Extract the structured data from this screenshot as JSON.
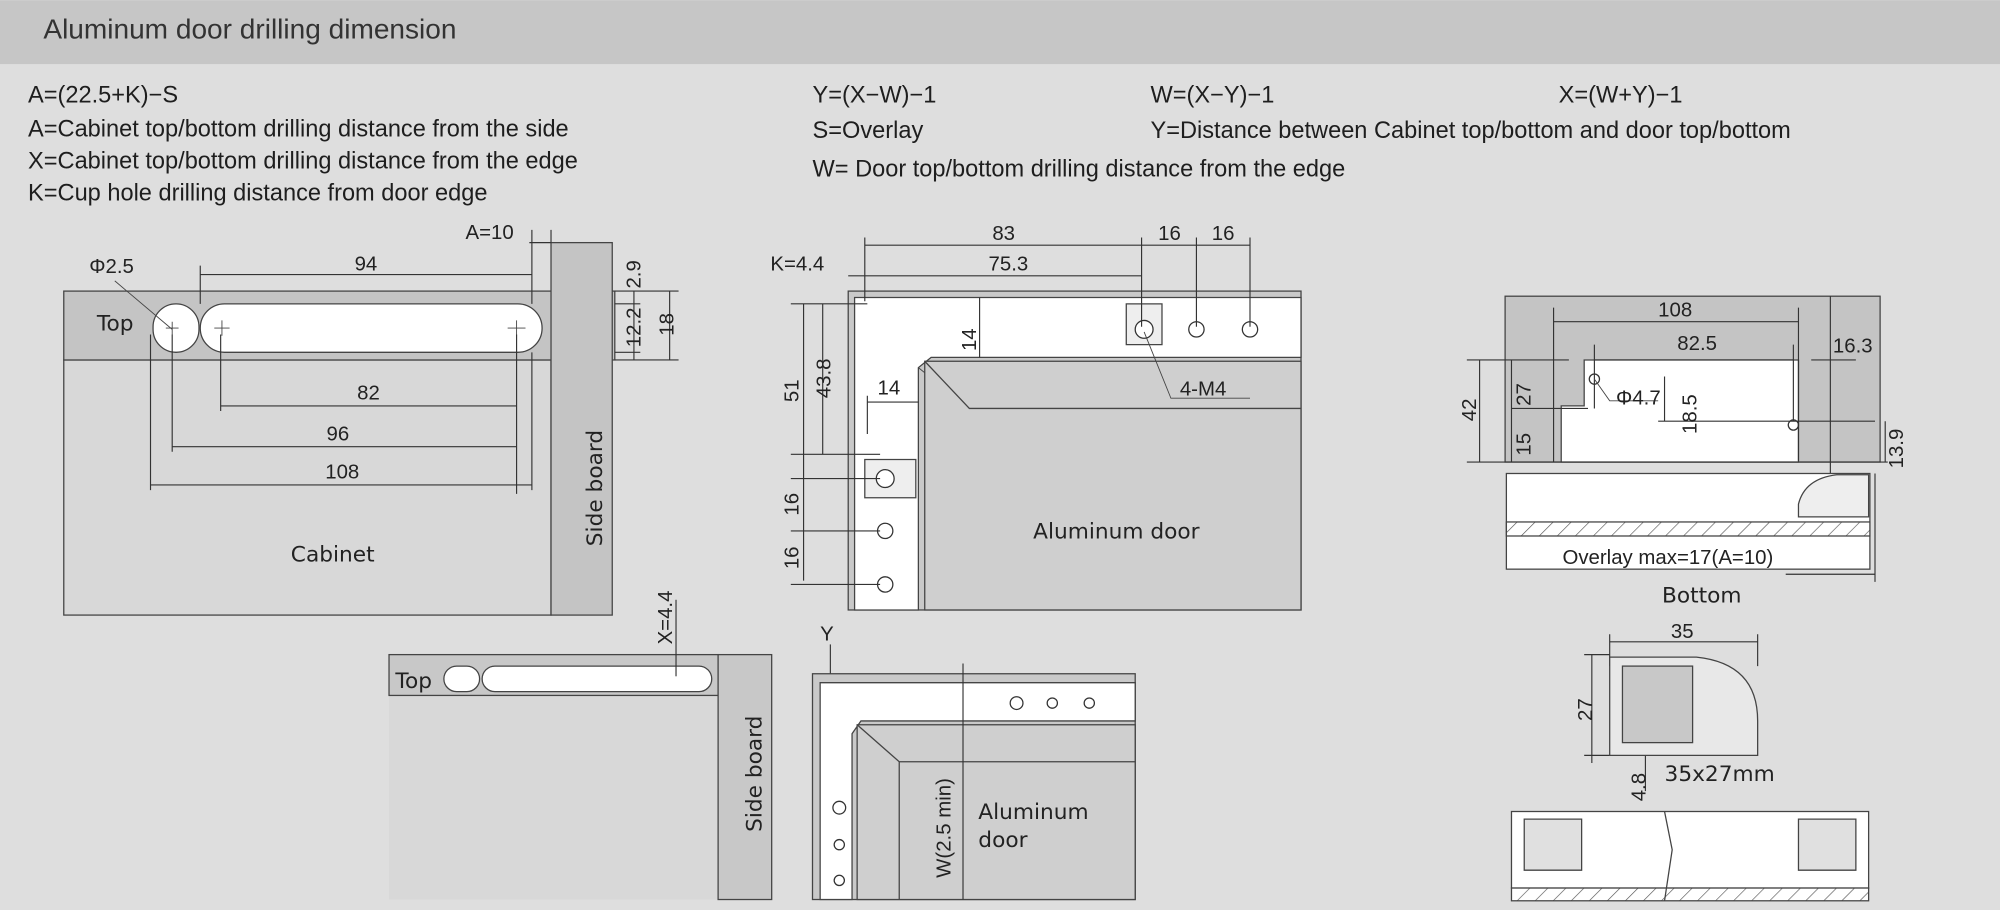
{
  "header": {
    "title": "Aluminum door drilling dimension"
  },
  "formulas": {
    "left": [
      "A=(22.5+K)−S",
      "A=Cabinet top/bottom drilling distance from the side",
      "X=Cabinet top/bottom drilling distance from the edge",
      "K=Cup hole drilling distance from door edge"
    ],
    "mid": [
      "Y=(X−W)−1",
      "S=Overlay",
      "W=  Door top/bottom drilling distance from the edge"
    ],
    "mid2": [
      "W=(X−Y)−1",
      "Y=Distance between Cabinet top/bottom and door top/bottom"
    ],
    "right": [
      "X=(W+Y)−1"
    ]
  },
  "cabinet_view": {
    "top_label": "Top",
    "phi": "Φ2.5",
    "a10": "A=10",
    "d94": "94",
    "d29": "2.9",
    "d122": "12.2",
    "d18": "18",
    "d82": "82",
    "d96": "96",
    "d108": "108",
    "cabinet": "Cabinet",
    "side_board": "Side board"
  },
  "door_view": {
    "d83": "83",
    "d16a": "16",
    "d16b": "16",
    "k44": "K=4.4",
    "d753": "75.3",
    "d14v": "14",
    "d51": "51",
    "d438": "43.8",
    "d14h": "14",
    "m4": "4-M4",
    "d16c": "16",
    "d16d": "16",
    "door": "Aluminum door"
  },
  "bottom_view": {
    "d108": "108",
    "d825": "82.5",
    "d163": "16.3",
    "d42": "42",
    "d27": "27",
    "d15": "15",
    "phi": "Φ4.7",
    "d185": "18.5",
    "d139": "13.9",
    "overlay": "Overlay max=17(A=10)",
    "bottom": "Bottom"
  },
  "small_view": {
    "top_label": "Top",
    "x44": "X=4.4",
    "side_board": "Side board",
    "y": "Y",
    "w": "W(2.5 min)",
    "door1": "Aluminum",
    "door2": "door"
  },
  "profile": {
    "d35": "35",
    "d27": "27",
    "d48": "4.8",
    "size": "35x27mm"
  }
}
